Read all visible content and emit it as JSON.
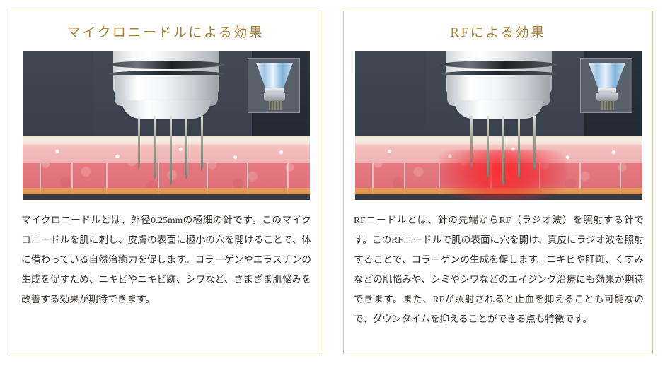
{
  "theme": {
    "border_color": "#ddc49c",
    "title_color": "#a9812c",
    "body_text_color": "#37302c",
    "background": "#ffffff"
  },
  "panels": [
    {
      "id": "microneedle",
      "title": "マイクロニードルによる効果",
      "figure_alt": "マイクロニードル施術の断面イラスト",
      "body": "マイクロニードルとは、外径0.25mmの極細の針です。このマイクロニードルを肌に刺し、皮膚の表面に極小の穴を開けることで、体に備わっている自然治癒力を促します。コラーゲンやエラスチンの生成を促すため、ニキビやニキビ跡、シワなど、さまざま肌悩みを改善する効果が期待できます。"
    },
    {
      "id": "rf",
      "title": "RFによる効果",
      "figure_alt": "RFニードル施術の断面イラスト",
      "body": "RFニードルとは、針の先端からRF（ラジオ波）を照射する針です。このRFニードルで肌の表面に穴を開け、真皮にラジオ波を照射することで、コラーゲンの生成を促します。ニキビや肝斑、くすみなどの肌悩みや、シミやシワなどのエイジング治療にも効果が期待できます。また、RFが照射されると止血を抑えることも可能なので、ダウンタイムを抑えることができる点も特徴です。"
    }
  ]
}
